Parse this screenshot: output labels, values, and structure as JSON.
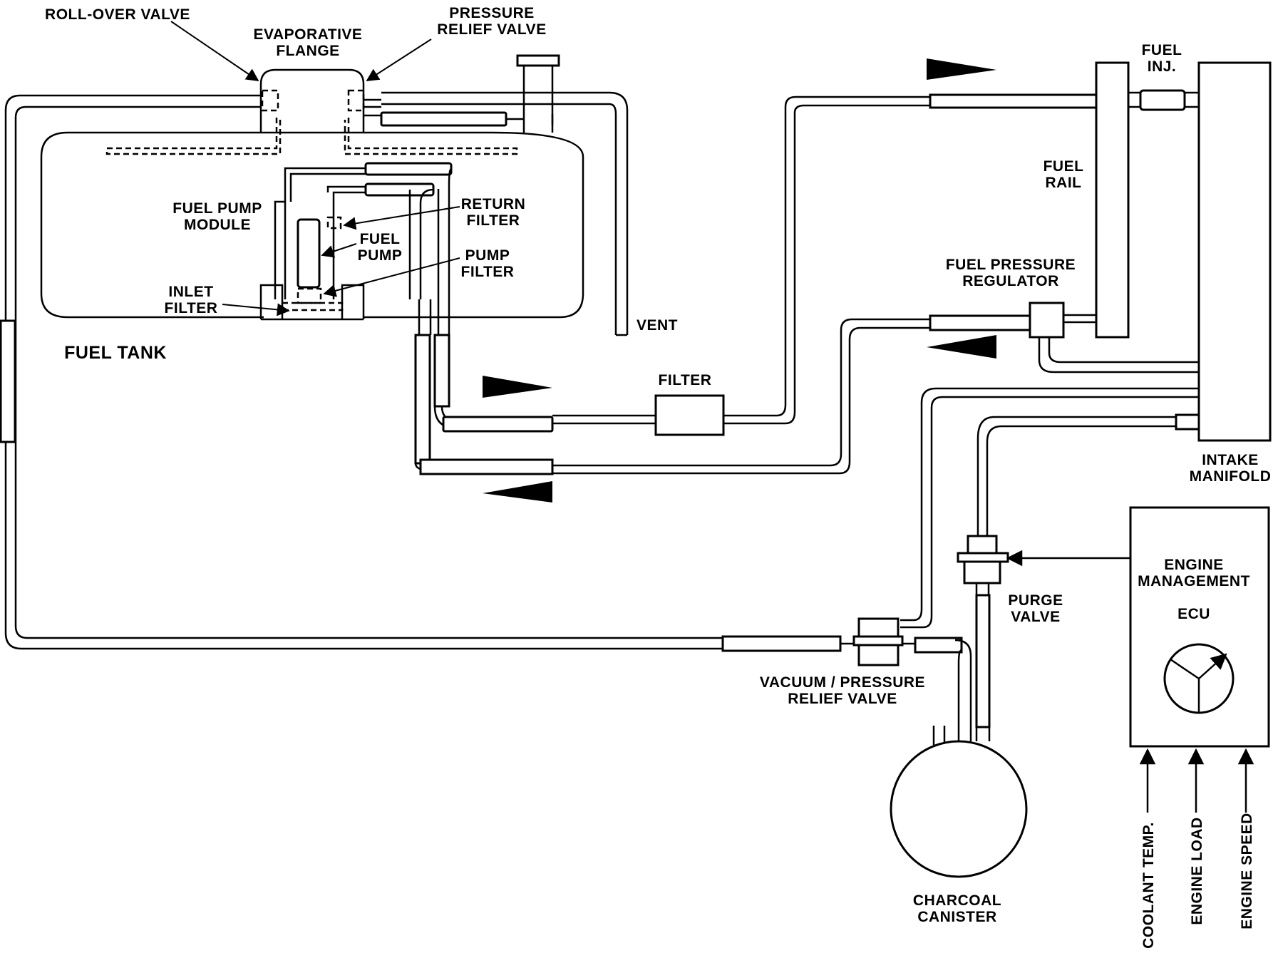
{
  "labels": {
    "rollover_valve": "ROLL-OVER VALVE",
    "evap_flange_1": "EVAPORATIVE",
    "evap_flange_2": "FLANGE",
    "pressure_relief_1": "PRESSURE",
    "pressure_relief_2": "RELIEF VALVE",
    "fuel_pump_module_1": "FUEL PUMP",
    "fuel_pump_module_2": "MODULE",
    "return_filter_1": "RETURN",
    "return_filter_2": "FILTER",
    "fuel_pump_1": "FUEL",
    "fuel_pump_2": "PUMP",
    "pump_filter_1": "PUMP",
    "pump_filter_2": "FILTER",
    "inlet_filter_1": "INLET",
    "inlet_filter_2": "FILTER",
    "fuel_tank": "FUEL TANK",
    "vent": "VENT",
    "filter": "FILTER",
    "fuel_inj_1": "FUEL",
    "fuel_inj_2": "INJ.",
    "fuel_rail_1": "FUEL",
    "fuel_rail_2": "RAIL",
    "fpr_1": "FUEL PRESSURE",
    "fpr_2": "REGULATOR",
    "intake_1": "INTAKE",
    "intake_2": "MANIFOLD",
    "ecu_1": "ENGINE",
    "ecu_2": "MANAGEMENT",
    "ecu_3": "ECU",
    "purge_1": "PURGE",
    "purge_2": "VALVE",
    "vpr_1": "VACUUM / PRESSURE",
    "vpr_2": "RELIEF VALVE",
    "canister_1": "CHARCOAL",
    "canister_2": "CANISTER",
    "coolant_temp": "COOLANT TEMP.",
    "engine_load": "ENGINE LOAD",
    "engine_speed": "ENGINE SPEED"
  }
}
